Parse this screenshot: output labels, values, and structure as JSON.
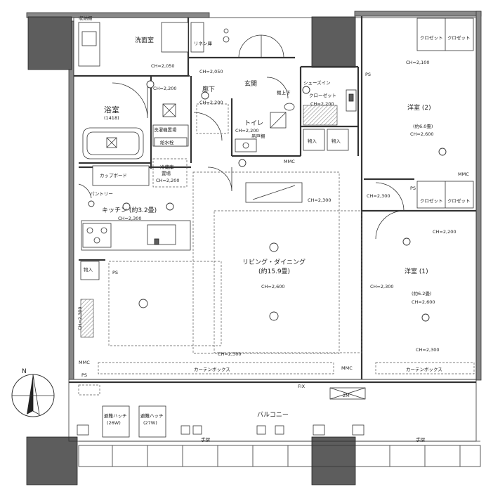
{
  "compass": {
    "north_label": "N"
  },
  "rooms": {
    "washroom": {
      "label": "洗面室",
      "ch": "CH=2,050"
    },
    "corridor_top": {
      "ch": "CH=2,050"
    },
    "hall": {
      "label": "廊下",
      "ch": "CH=2,200"
    },
    "entrance": {
      "label": "玄関"
    },
    "shoes_closet": {
      "label_1": "シューズイン",
      "label_2": "クローゼット",
      "ch": "CH=2,200",
      "shelf": "棚上下"
    },
    "bath": {
      "label": "浴室",
      "size": "(1418)",
      "ch": "CH=2,200"
    },
    "laundry_storage": {
      "label_1": "洗濯機置場",
      "label_2": "給水栓"
    },
    "fridge": {
      "label_1": "冷蔵庫",
      "label_2": "置場",
      "ch": "CH=2,200"
    },
    "toilet": {
      "label": "トイレ",
      "ch": "CH=2,200",
      "shelf": "吊戸棚"
    },
    "cupboard": {
      "label": "カップボード"
    },
    "pantry": {
      "label": "パントリー"
    },
    "kitchen": {
      "label": "キッチン (約3.2畳)",
      "ch": "CH=2,300"
    },
    "living": {
      "label_1": "リビング・ダイニング",
      "label_2": "(約15.9畳)",
      "ch": "CH=2,600",
      "ch_bottom": "CH=2,300",
      "ch_top": "CH=2,300",
      "ch_left": "CH=2,300"
    },
    "western2": {
      "label": "洋室 (2)",
      "size": "(約6.0畳)",
      "ch": "CH=2,600",
      "ch_top": "CH=2,100",
      "ch_mid": "CH=2,300"
    },
    "western1": {
      "label": "洋室 (1)",
      "size": "(約6.2畳)",
      "ch": "CH=2,600",
      "ch_left": "CH=2,300",
      "ch_bottom": "CH=2,300",
      "ch_closet": "CH=2,200"
    },
    "balcony": {
      "label": "バルコニー"
    }
  },
  "labels": {
    "closet": "クロゼット",
    "storage": "物入",
    "curtain_box": "カーテンボックス",
    "fix": "FIX",
    "handrail": "手摺",
    "hatch_a": "避難ハッチ",
    "hatch_a_sub": "(26W)",
    "hatch_b": "避難ハッチ",
    "hatch_b_sub": "(27W)",
    "ps": "PS",
    "mmc": "MMC",
    "two_m": "2M",
    "linen": "リネン庫",
    "shelf_washroom": "収納棚"
  }
}
